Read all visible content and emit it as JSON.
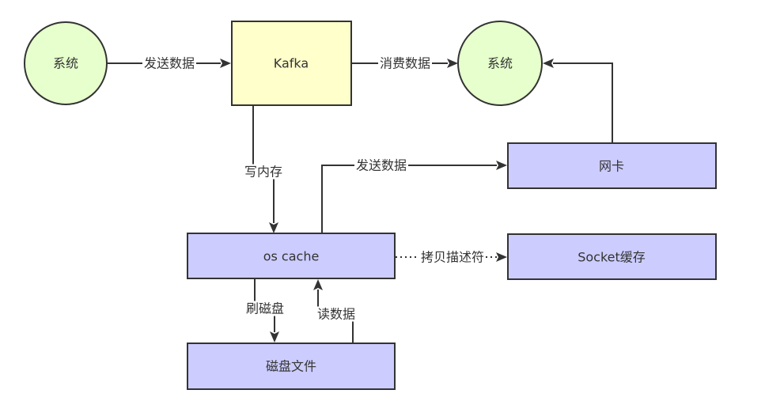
{
  "diagram": {
    "title": "Kafka zero-copy data flow",
    "nodes": {
      "system_left": {
        "label": "系统",
        "shape": "circle"
      },
      "kafka": {
        "label": "Kafka",
        "shape": "rectangle"
      },
      "system_right": {
        "label": "系统",
        "shape": "circle"
      },
      "nic": {
        "label": "网卡",
        "shape": "rectangle"
      },
      "os_cache": {
        "label": "os cache",
        "shape": "rectangle"
      },
      "socket_buffer": {
        "label": "Socket缓存",
        "shape": "rectangle"
      },
      "disk_file": {
        "label": "磁盘文件",
        "shape": "rectangle"
      }
    },
    "edges": {
      "send_to_kafka": {
        "label": "发送数据",
        "from": "系统",
        "to": "Kafka",
        "style": "solid"
      },
      "consume_data": {
        "label": "消费数据",
        "from": "Kafka",
        "to": "系统",
        "style": "solid"
      },
      "nic_to_system": {
        "label": "",
        "from": "网卡",
        "to": "系统",
        "style": "solid"
      },
      "write_memory": {
        "label": "写内存",
        "from": "Kafka",
        "to": "os cache",
        "style": "solid"
      },
      "send_to_nic": {
        "label": "发送数据",
        "from": "os cache",
        "to": "网卡",
        "style": "solid"
      },
      "copy_descriptor": {
        "label": "拷贝描述符",
        "from": "os cache",
        "to": "Socket缓存",
        "style": "dotted"
      },
      "flush_disk": {
        "label": "刷磁盘",
        "from": "os cache",
        "to": "磁盘文件",
        "style": "solid"
      },
      "read_data": {
        "label": "读数据",
        "from": "磁盘文件",
        "to": "os cache",
        "style": "solid"
      }
    }
  },
  "colors": {
    "background": "#ffffff",
    "circle_fill": "#e6ffcc",
    "kafka_fill": "#ffffcc",
    "box_fill": "#ccccff",
    "stroke": "#333333",
    "text": "#333333"
  }
}
